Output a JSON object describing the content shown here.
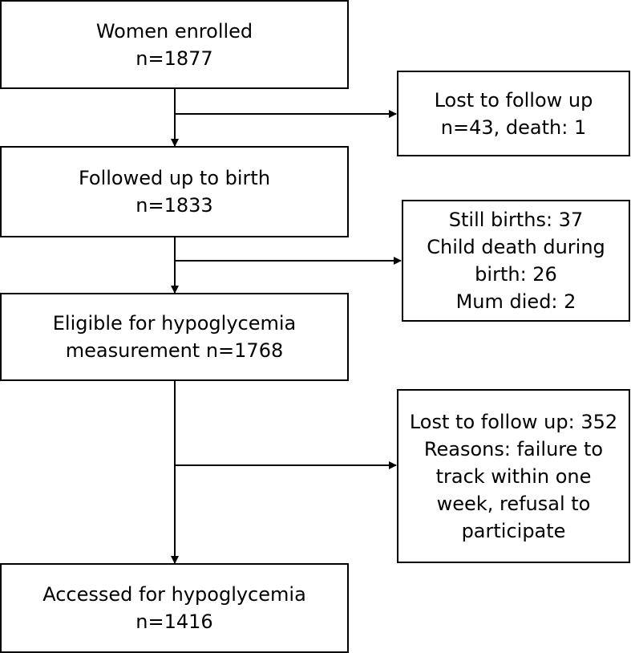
{
  "boxes": {
    "enrolled": {
      "line1": "Women enrolled",
      "line2": "n=1877"
    },
    "lost1": {
      "line1": "Lost to follow up",
      "line2": "n=43, death: 1"
    },
    "followed": {
      "line1": "Followed up to birth",
      "line2": "n=1833"
    },
    "stillbirths": {
      "line1": "Still births: 37",
      "line2": "Child death during",
      "line3": "birth: 26",
      "line4": "Mum died: 2"
    },
    "eligible": {
      "line1": "Eligible for hypoglycemia",
      "line2": "measurement n=1768"
    },
    "lost2": {
      "line1": "Lost to follow up: 352",
      "line2": "Reasons: failure to",
      "line3": "track within one",
      "line4": "week, refusal to",
      "line5": "participate"
    },
    "assessed": {
      "line1": "Accessed for hypoglycemia",
      "line2": "n=1416"
    }
  }
}
